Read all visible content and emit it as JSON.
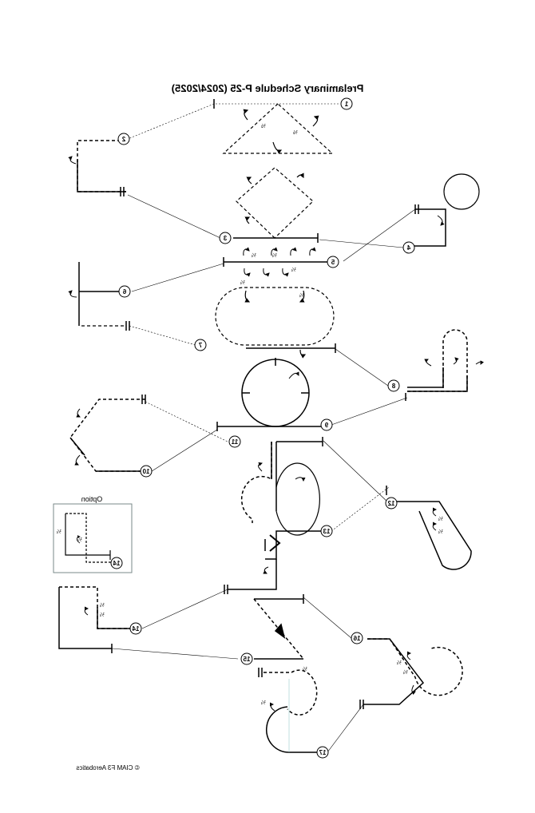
{
  "title": "Prelaminary Schedule P-25 (2024/2025)",
  "footer": "© CIAM F3 Aerobatics",
  "option_label": "Option",
  "fraction_labels": {
    "half": "½",
    "quarter": "¼"
  },
  "manoeuvres": [
    {
      "number": "1"
    },
    {
      "number": "2"
    },
    {
      "number": "3"
    },
    {
      "number": "4"
    },
    {
      "number": "5"
    },
    {
      "number": "6"
    },
    {
      "number": "7"
    },
    {
      "number": "8"
    },
    {
      "number": "9"
    },
    {
      "number": "10"
    },
    {
      "number": "11"
    },
    {
      "number": "12"
    },
    {
      "number": "13"
    },
    {
      "number": "14"
    },
    {
      "number": "15"
    },
    {
      "number": "16"
    },
    {
      "number": "17"
    }
  ],
  "option_figure_number": "14"
}
